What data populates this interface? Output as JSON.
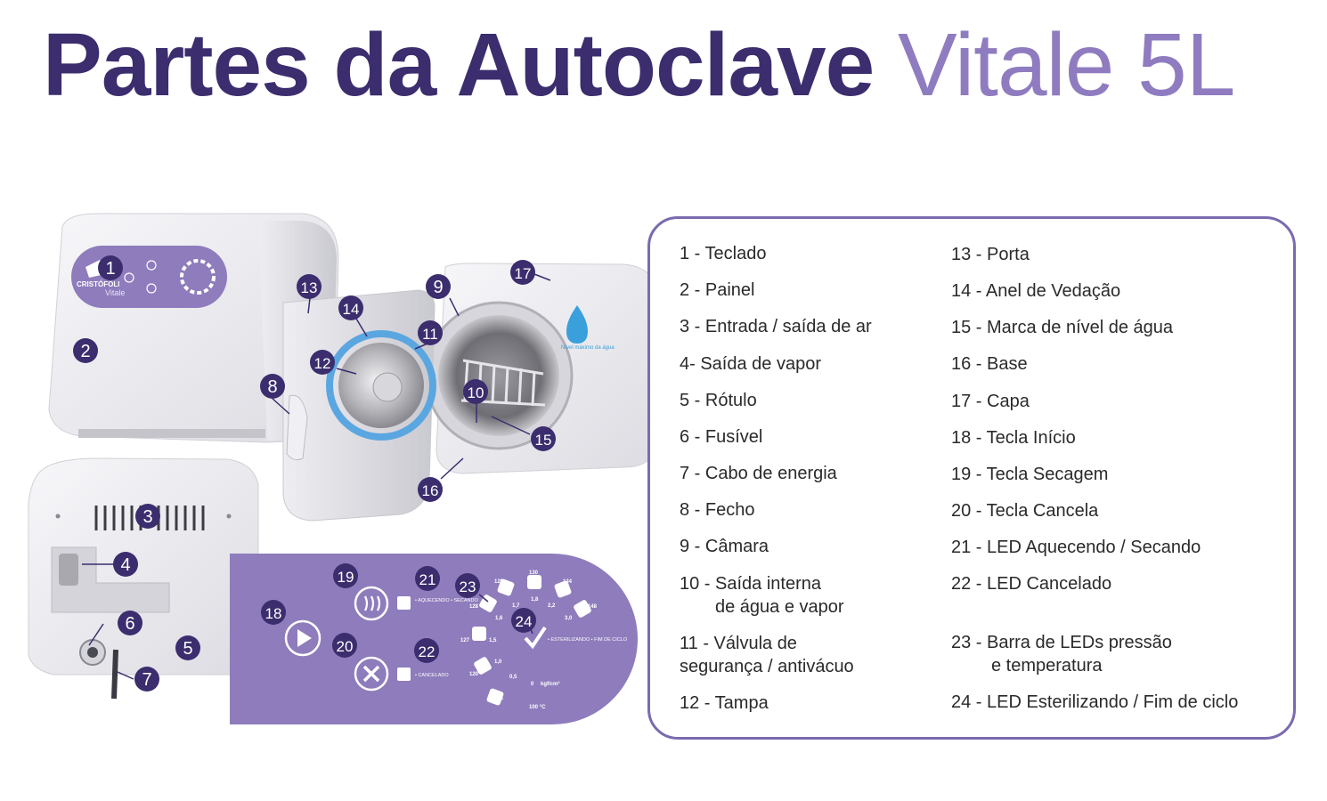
{
  "title": {
    "bold": "Partes da Autoclave",
    "light": "Vitale 5L"
  },
  "panel": {
    "brand": "CRISTÓFOLI",
    "model": "Vitale",
    "led_heating": "• AQUECENDO • SECANDO",
    "led_cancel": "• CANCELADO",
    "led_sterilizing": "• ESTERILIZANDO • FIM DE CICLO",
    "scale_temperature": [
      "111",
      "120",
      "127",
      "128",
      "129",
      "130",
      "134",
      "148"
    ],
    "scale_pressure": [
      "0,5",
      "1,0",
      "1,5",
      "1,6",
      "1,7",
      "1,8",
      "2,2",
      "3,0"
    ],
    "unit_pressure_value": "0",
    "unit_pressure": "kgf/cm²",
    "unit_temperature": "100 °C"
  },
  "labels": {
    "water_level": "Nível máximo da água"
  },
  "markers": [
    "1",
    "2",
    "3",
    "4",
    "5",
    "6",
    "7",
    "8",
    "9",
    "10",
    "11",
    "12",
    "13",
    "14",
    "15",
    "16",
    "17",
    "18",
    "19",
    "20",
    "21",
    "22",
    "23",
    "24"
  ],
  "legend": [
    {
      "text": "1 - Teclado"
    },
    {
      "text": "2 - Painel"
    },
    {
      "text": "3 - Entrada / saída de ar"
    },
    {
      "text": "4- Saída de vapor"
    },
    {
      "text": "5 - Rótulo"
    },
    {
      "text": "6 - Fusível"
    },
    {
      "text": "7 - Cabo de energia"
    },
    {
      "text": "8 - Fecho"
    },
    {
      "text": "9 - Câmara"
    },
    {
      "text": "10 - Saída interna",
      "cont": "de água e vapor"
    },
    {
      "text": "11 - Válvula de",
      "cont": "segurança / antivácuo"
    },
    {
      "text": "12 - Tampa"
    },
    {
      "text": "13 - Porta"
    },
    {
      "text": "14 - Anel de Vedação"
    },
    {
      "text": "15 - Marca de nível de água"
    },
    {
      "text": "16 - Base"
    },
    {
      "text": "17 - Capa"
    },
    {
      "text": "18 - Tecla Início"
    },
    {
      "text": "19 - Tecla Secagem"
    },
    {
      "text": "20 - Tecla Cancela"
    },
    {
      "text": "21 -  LED Aquecendo / Secando"
    },
    {
      "text": "22 - LED Cancelado"
    },
    {
      "text": "23 - Barra de LEDs pressão",
      "cont": "e temperatura"
    },
    {
      "text": "24 - LED Esterilizando / Fim de ciclo"
    }
  ],
  "colors": {
    "title_dark": "#3b2d6e",
    "title_light": "#8f7cc0",
    "marker": "#3b2d6e",
    "panel": "#8e7cbc",
    "border": "#7b6aaf"
  }
}
